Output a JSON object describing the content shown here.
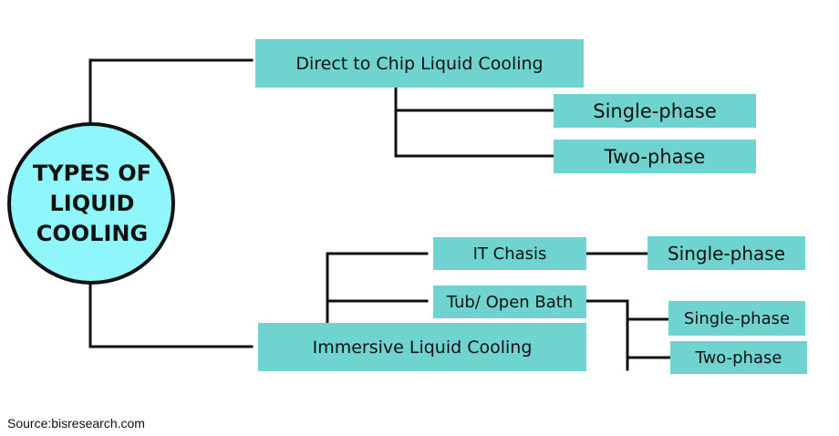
{
  "root": {
    "lines": [
      "TYPES OF",
      "LIQUID",
      "COOLING"
    ]
  },
  "branches": {
    "direct_to_chip": {
      "label": "Direct to Chip Liquid Cooling",
      "children": [
        "Single-phase",
        "Two-phase"
      ]
    },
    "immersive": {
      "label": "Immersive Liquid Cooling",
      "it_chasis": {
        "label": "IT Chasis",
        "children": [
          "Single-phase"
        ]
      },
      "tub_open_bath": {
        "label": "Tub/ Open Bath",
        "children": [
          "Single-phase",
          "Two-phase"
        ]
      }
    }
  },
  "source": "Source:bisresearch.com",
  "colors": {
    "node_fill": "#6fd4d0",
    "root_fill": "#8ff6fb",
    "connector": "#111111",
    "background": "#ffffff"
  }
}
